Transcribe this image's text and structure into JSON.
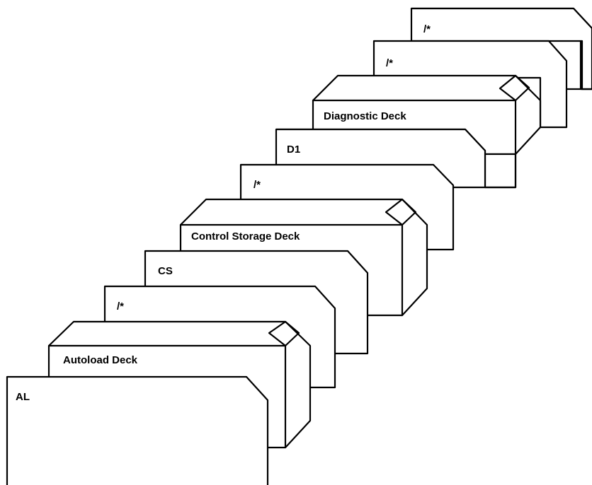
{
  "diagram": {
    "cards": {
      "end_top": "/*",
      "end_second": "/*",
      "diagnostic_deck": "Diagnostic Deck",
      "d1": "D1",
      "end_after_cs_deck": "/*",
      "control_storage_deck": "Control Storage Deck",
      "cs": "CS",
      "end_after_al_deck": "/*",
      "autoload_deck": "Autoload Deck",
      "al": "AL"
    }
  }
}
